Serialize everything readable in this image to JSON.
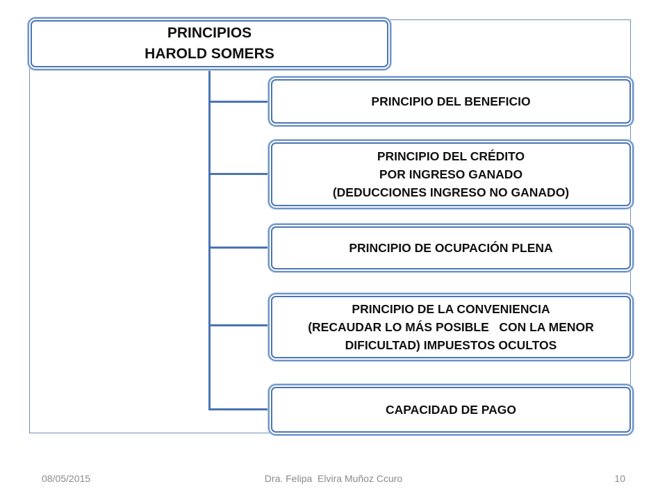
{
  "title": {
    "line1": "PRINCIPIOS",
    "line2": "HAROLD SOMERS"
  },
  "principles": [
    {
      "lines": [
        "PRINCIPIO DEL BENEFICIO"
      ]
    },
    {
      "lines": [
        "PRINCIPIO DEL CRÉDITO",
        "POR INGRESO GANADO",
        "(DEDUCCIONES INGRESO NO GANADO)"
      ]
    },
    {
      "lines": [
        "PRINCIPIO DE OCUPACIÓN PLENA"
      ]
    },
    {
      "lines": [
        "PRINCIPIO DE LA CONVENIENCIA",
        "(RECAUDAR LO MÁS POSIBLE   CON LA MENOR",
        "DIFICULTAD) IMPUESTOS OCULTOS"
      ]
    },
    {
      "lines": [
        "CAPACIDAD DE PAGO"
      ]
    }
  ],
  "footer": {
    "date": "08/05/2015",
    "author": "Dra. Felipa  Elvira Muñoz Ccuro",
    "page": "10"
  },
  "colors": {
    "connector": "#4a74b4",
    "box_border": "#4a74b4"
  }
}
